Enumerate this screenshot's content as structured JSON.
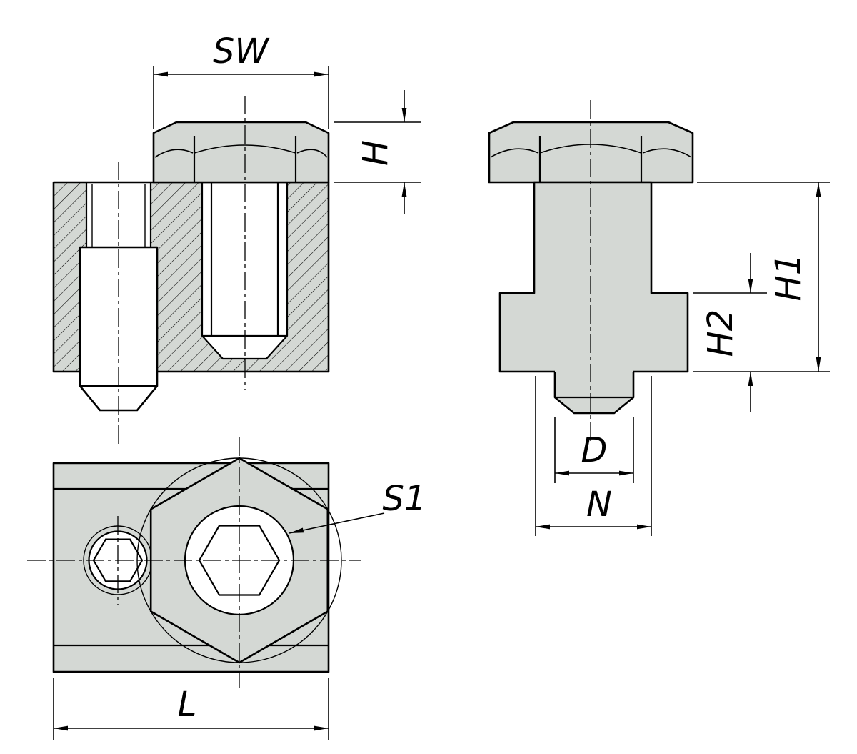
{
  "colors": {
    "part_fill": "#d4d8d4",
    "socket_fill": "#ffffff",
    "line": "#000000",
    "background": "#ffffff"
  },
  "dimension_labels": {
    "width_across_flats": "SW",
    "head_height": "H",
    "total_height": "H1",
    "flange_height": "H2",
    "stud_diameter": "D",
    "neck_width": "N",
    "socket_size": "S1",
    "body_length": "L"
  }
}
